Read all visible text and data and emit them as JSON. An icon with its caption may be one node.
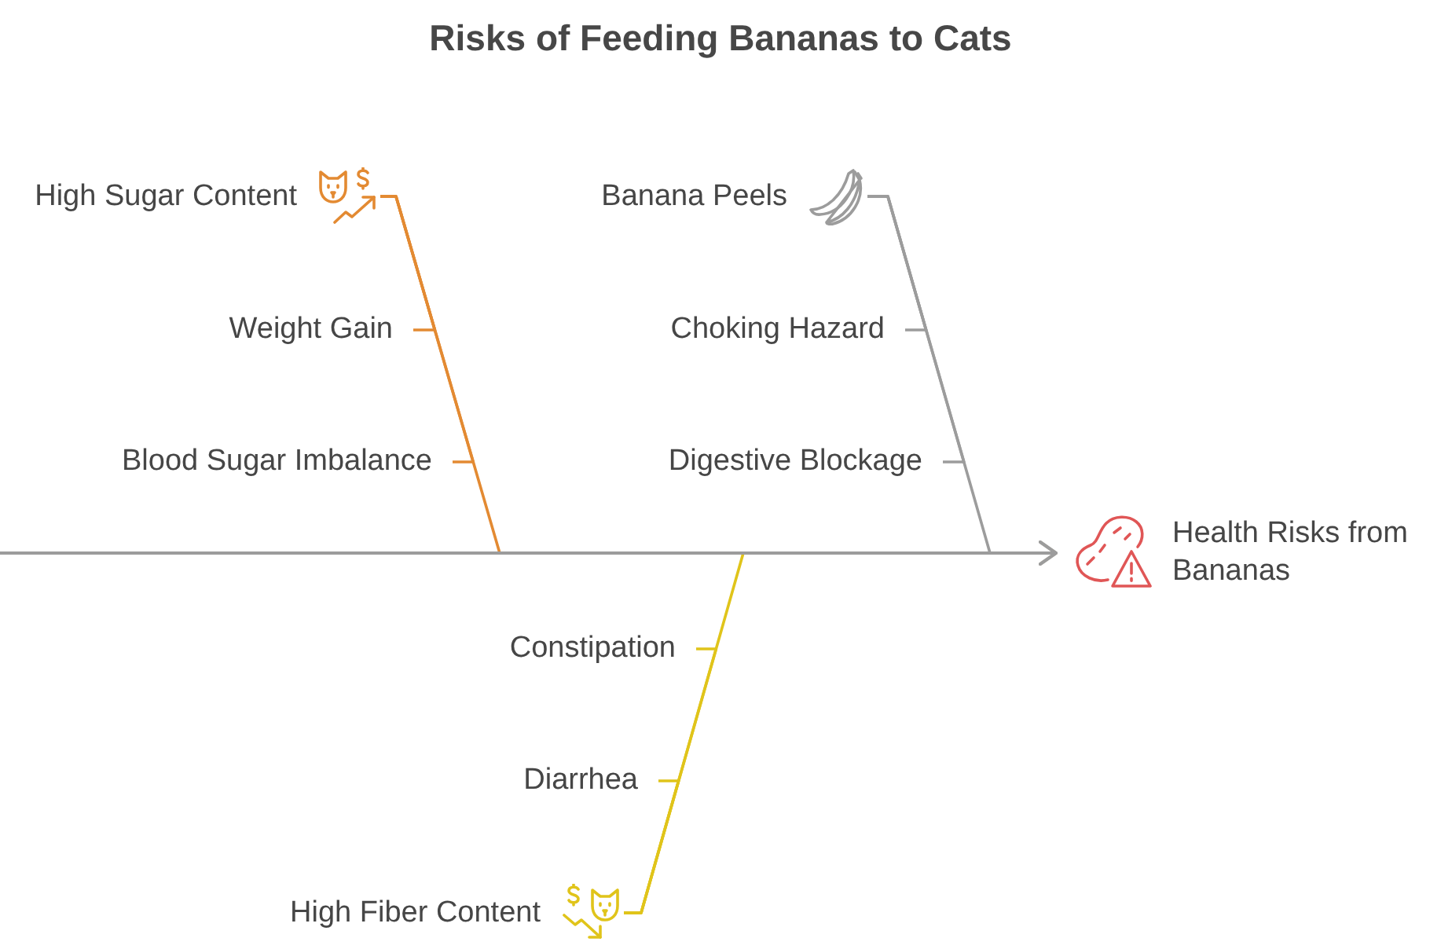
{
  "diagram": {
    "title": "Risks of Feeding Bananas to Cats",
    "nodes": [
      {
        "text": [
          "High Sugar Content"
        ]
      },
      {
        "text": [
          "Weight Gain"
        ]
      },
      {
        "text": [
          "Blood Sugar Imbalance"
        ]
      },
      {
        "text": [
          "Banana Peels"
        ]
      },
      {
        "text": [
          "Choking Hazard"
        ]
      },
      {
        "text": [
          "Digestive Blockage"
        ]
      },
      {
        "text": [
          "Health Risks from Bananas"
        ]
      },
      {
        "text": [
          "Constipation"
        ]
      },
      {
        "text": [
          "Diarrhea"
        ]
      },
      {
        "text": [
          "High Fiber Content"
        ]
      }
    ],
    "edges": [
      {
        "from": 0,
        "to": 6,
        "arrow": "to",
        "color": "#e38a32"
      },
      {
        "from": 3,
        "to": 6,
        "arrow": "to",
        "color": "#9c9c9c"
      },
      {
        "from": 9,
        "to": 6,
        "arrow": "to",
        "color": "#e0c41a"
      },
      {
        "from": 1,
        "to": 0,
        "arrow": "none",
        "color": "#e38a32"
      },
      {
        "from": 2,
        "to": 0,
        "arrow": "none",
        "color": "#e38a32"
      },
      {
        "from": 4,
        "to": 3,
        "arrow": "none",
        "color": "#9c9c9c"
      },
      {
        "from": 5,
        "to": 3,
        "arrow": "none",
        "color": "#9c9c9c"
      },
      {
        "from": 7,
        "to": 9,
        "arrow": "none",
        "color": "#e0c41a"
      },
      {
        "from": 8,
        "to": 9,
        "arrow": "none",
        "color": "#e0c41a"
      }
    ]
  }
}
